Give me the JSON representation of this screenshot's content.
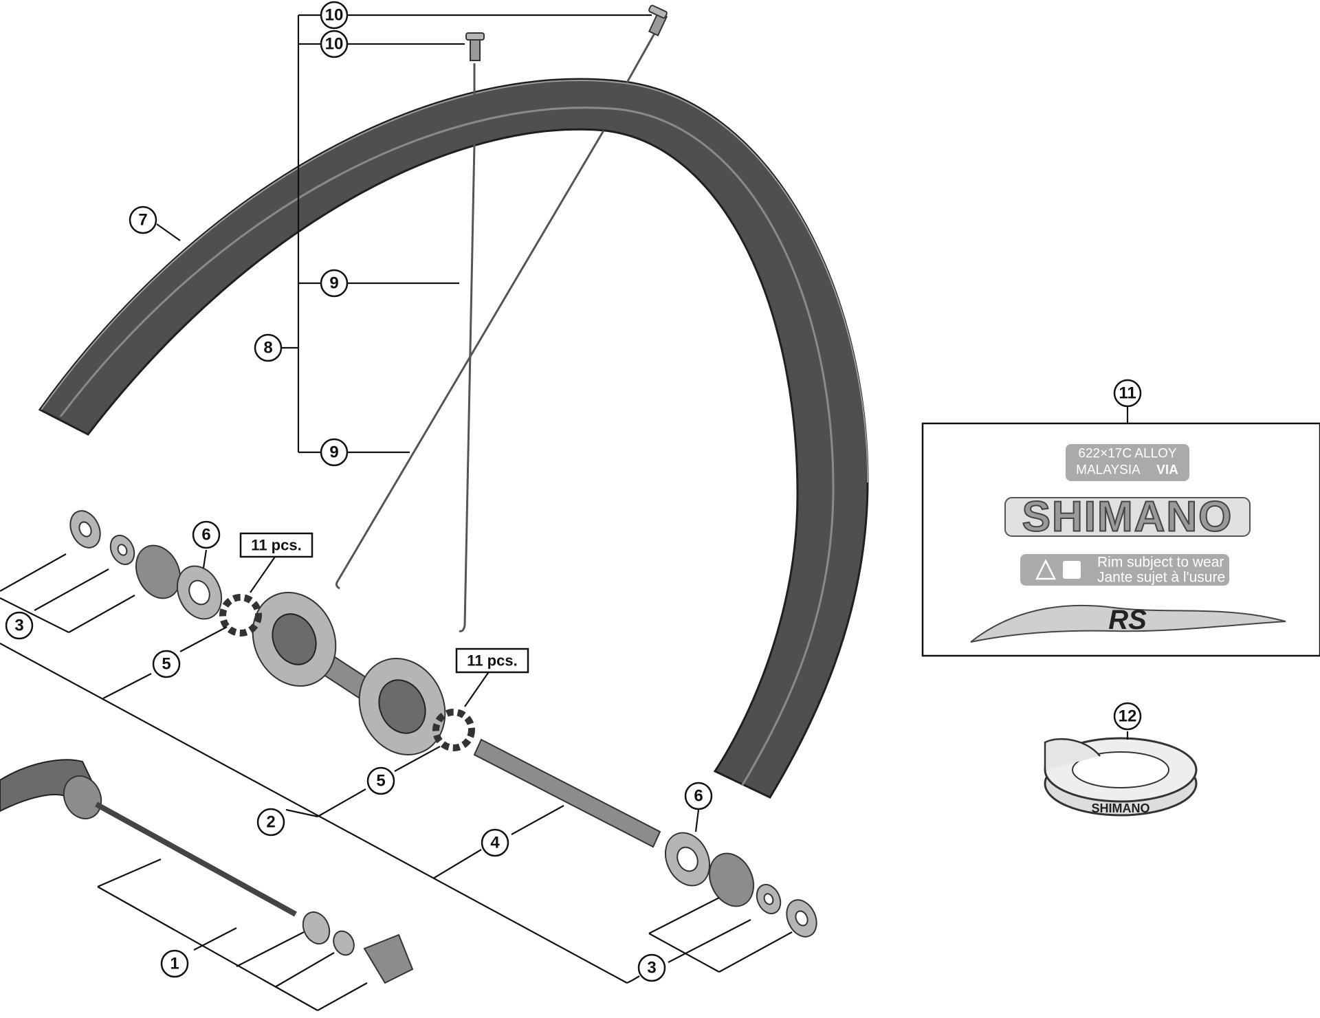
{
  "callouts": {
    "c1": "1",
    "c2": "2",
    "c3a": "3",
    "c3b": "3",
    "c4": "4",
    "c5a": "5",
    "c5b": "5",
    "c6a": "6",
    "c6b": "6",
    "c7": "7",
    "c8": "8",
    "c9a": "9",
    "c9b": "9",
    "c10a": "10",
    "c10b": "10",
    "c11": "11",
    "c12": "12"
  },
  "quantity_labels": {
    "balls_left": "11 pcs.",
    "balls_right": "11 pcs."
  },
  "decal": {
    "size_line1": "622×17C ALLOY",
    "size_line2": "MALAYSIA",
    "size_mark": "VIA",
    "brand": "SHIMANO",
    "warning_line1": "Rim subject to wear",
    "warning_line2": "Jante sujet à l'usure",
    "model": "RS"
  },
  "rim_tape": {
    "brand": "SHIMANO"
  }
}
